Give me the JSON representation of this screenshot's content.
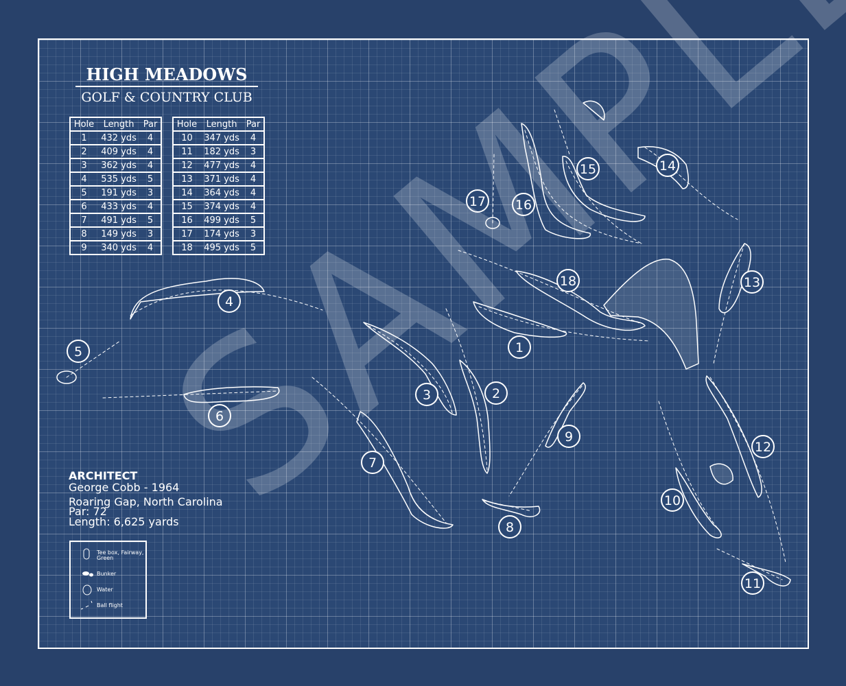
{
  "title": "HIGH MEADOWS",
  "subtitle": "GOLF & COUNTRY CLUB",
  "table_headers": [
    "Hole",
    "Length",
    "Par"
  ],
  "holes_front": [
    [
      "1",
      "432 yds",
      "4"
    ],
    [
      "2",
      "409 yds",
      "4"
    ],
    [
      "3",
      "362 yds",
      "4"
    ],
    [
      "4",
      "535 yds",
      "5"
    ],
    [
      "5",
      "191 yds",
      "3"
    ],
    [
      "6",
      "433 yds",
      "4"
    ],
    [
      "7",
      "491 yds",
      "5"
    ],
    [
      "8",
      "149 yds",
      "3"
    ],
    [
      "9",
      "340 yds",
      "4"
    ]
  ],
  "holes_back": [
    [
      "10",
      "347 yds",
      "4"
    ],
    [
      "11",
      "182 yds",
      "3"
    ],
    [
      "12",
      "477 yds",
      "4"
    ],
    [
      "13",
      "371 yds",
      "4"
    ],
    [
      "14",
      "364 yds",
      "4"
    ],
    [
      "15",
      "374 yds",
      "4"
    ],
    [
      "16",
      "499 yds",
      "5"
    ],
    [
      "17",
      "174 yds",
      "3"
    ],
    [
      "18",
      "495 yds",
      "5"
    ]
  ],
  "architect": {
    "heading": "ARCHITECT",
    "name": "George Cobb  -  1964",
    "location": "Roaring Gap, North Carolina",
    "par": "Par: 72",
    "length": "Length: 6,625 yards"
  },
  "legend": [
    "Tee box, Fairway, Green",
    "Bunker",
    "Water",
    "Ball flight"
  ],
  "watermark": "SAMPLE",
  "hole_labels": [
    "1",
    "2",
    "3",
    "4",
    "5",
    "6",
    "7",
    "8",
    "9",
    "10",
    "11",
    "12",
    "13",
    "14",
    "15",
    "16",
    "17",
    "18"
  ]
}
